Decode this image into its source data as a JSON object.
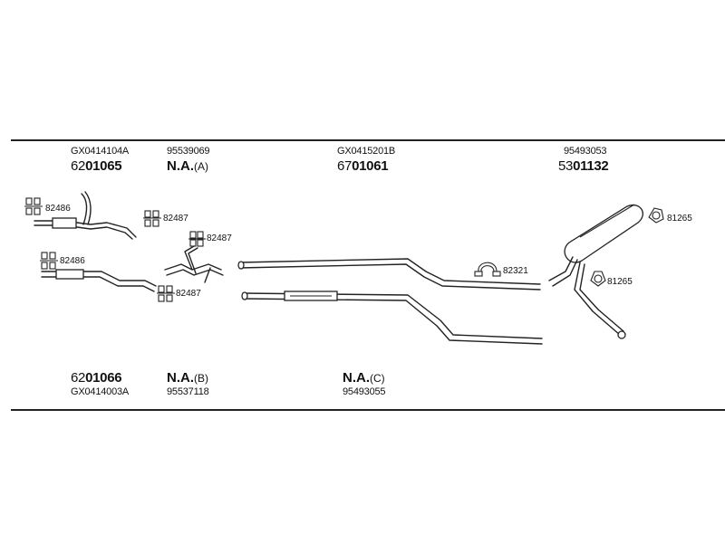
{
  "top_row": [
    {
      "ref": "GX0414104A",
      "code_prefix": "62",
      "code_main": "01065"
    },
    {
      "ref": "95539069",
      "na_label": "N.A.",
      "na_suffix": "(A)"
    },
    {
      "ref": "GX0415201B",
      "code_prefix": "67",
      "code_main": "01061"
    },
    {
      "ref": "95493053",
      "code_prefix": "53",
      "code_main": "01132"
    }
  ],
  "bottom_row": [
    {
      "ref": "GX0414003A",
      "code_prefix": "62",
      "code_main": "01066"
    },
    {
      "ref": "95537118",
      "na_label": "N.A.",
      "na_suffix": "(B)"
    },
    {
      "ref": "95493055",
      "na_label": "N.A.",
      "na_suffix": "(C)"
    }
  ],
  "callouts": {
    "clamp_a": "82486",
    "clamp_b": "82487",
    "clamp_c": "82487",
    "clamp_d": "82486",
    "clamp_e": "82487",
    "clamp_f": "82321",
    "gasket_a": "81265",
    "gasket_b": "81265"
  }
}
